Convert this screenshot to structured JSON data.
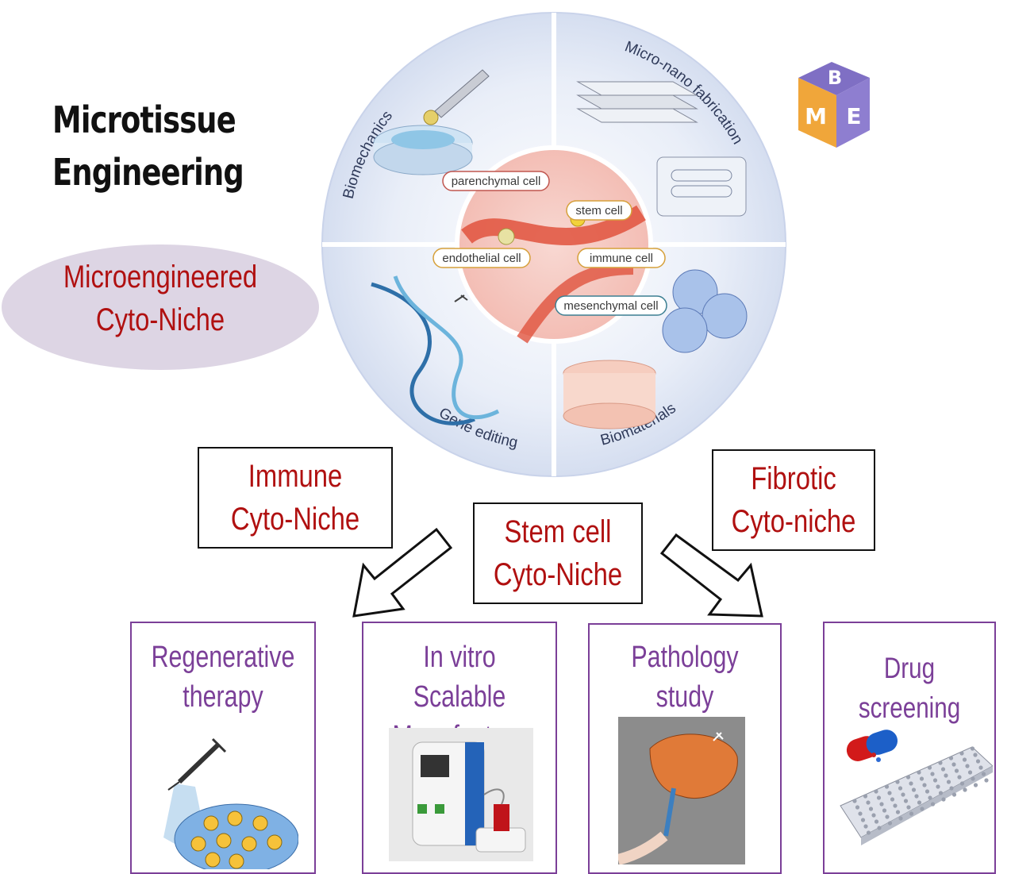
{
  "title": {
    "line1": "Microtissue",
    "line2": "Engineering"
  },
  "niche_label": {
    "line1": "Microengineered",
    "line2": "Cyto-Niche"
  },
  "wheel": {
    "quadrants": [
      "Biomechanics",
      "Micro-nano fabrication",
      "Gene editing",
      "Biomaterials"
    ],
    "cells": [
      "parenchymal cell",
      "stem cell",
      "endothelial cell",
      "immune cell",
      "mesenchymal cell"
    ]
  },
  "logo": {
    "letters": [
      "B",
      "M",
      "E"
    ]
  },
  "niches": {
    "immune": {
      "line1": "Immune",
      "line2": "Cyto-Niche"
    },
    "stem": {
      "line1": "Stem cell",
      "line2": "Cyto-Niche"
    },
    "fibrotic": {
      "line1": "Fibrotic",
      "line2": "Cyto-niche"
    }
  },
  "applications": [
    {
      "line1": "Regenerative",
      "line2": "therapy"
    },
    {
      "line1": "In vitro Scalable",
      "line2": "Manufacture"
    },
    {
      "line1": "Pathology",
      "line2": "study"
    },
    {
      "line1": "Drug screening",
      "line2": ""
    }
  ],
  "colors": {
    "niche_text": "#b01010",
    "app_text": "#7b3f98",
    "app_border": "#7b3f98",
    "ellipse": "#ddd5e4",
    "wheel": "#dfe6f5"
  }
}
